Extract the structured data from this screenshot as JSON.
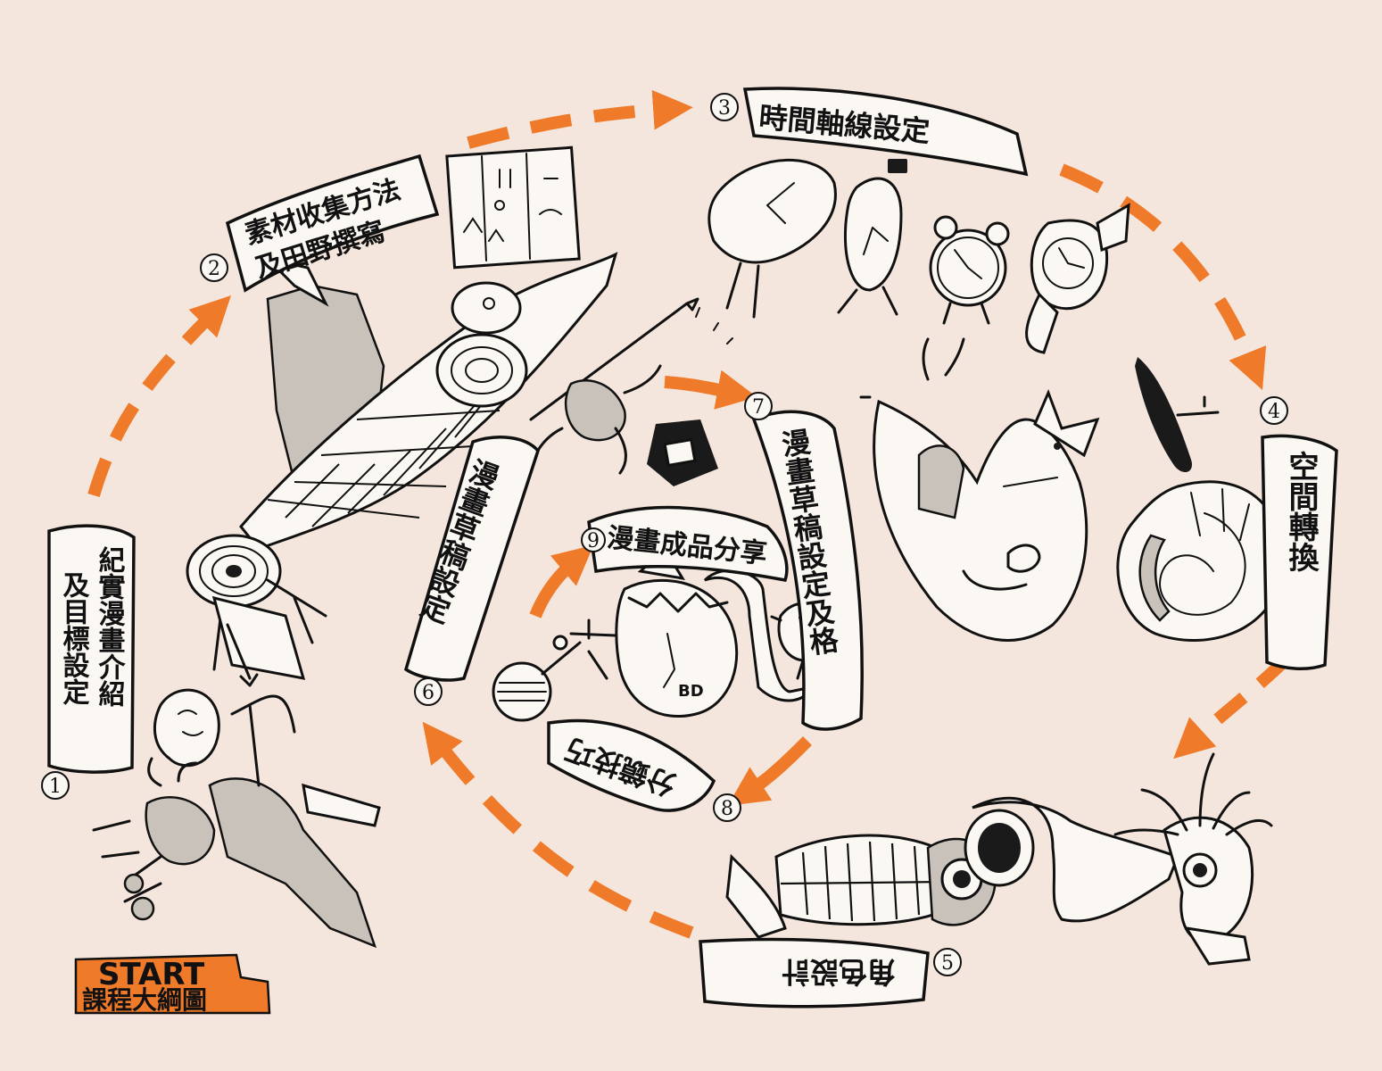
{
  "start": {
    "line1": "START",
    "line2": "課程大綱圖",
    "color": "#ef7a2a"
  },
  "steps": [
    {
      "num": "1",
      "lines": [
        "紀實漫畫介紹",
        "及目標設定"
      ]
    },
    {
      "num": "2",
      "lines": [
        "素材收集方法",
        "及田野撰寫"
      ]
    },
    {
      "num": "3",
      "lines": [
        "時間軸線設定"
      ]
    },
    {
      "num": "4",
      "lines": [
        "空間轉換"
      ]
    },
    {
      "num": "5",
      "lines": [
        "角色設計"
      ]
    },
    {
      "num": "6",
      "lines": [
        "漫畫草稿設定"
      ]
    },
    {
      "num": "7",
      "lines": [
        "漫畫草稿設定及格"
      ]
    },
    {
      "num": "8",
      "lines": [
        "分鏡技巧"
      ]
    },
    {
      "num": "9",
      "lines": [
        "漫畫成品分享"
      ]
    }
  ],
  "egg_text": "BD",
  "colors": {
    "arrow": "#ef7a2a",
    "ink": "#111111",
    "background": "#f4e6dc",
    "paper": "#fbf7f2"
  },
  "icons": [
    "archer-figure-icon",
    "target-icon",
    "anubis-mummy-icon",
    "hieroglyph-icon",
    "melting-clock-icon",
    "walking-clock-icon",
    "alarm-clock-icon",
    "wristwatch-icon",
    "submarine-icon",
    "ammonite-shell-icon",
    "woman-riding-cat-icon",
    "squid-fish-skeleton-icon",
    "pen-and-inkwell-icon",
    "hatching-egg-icon",
    "bird-icon",
    "magnifying-glass-icon"
  ]
}
